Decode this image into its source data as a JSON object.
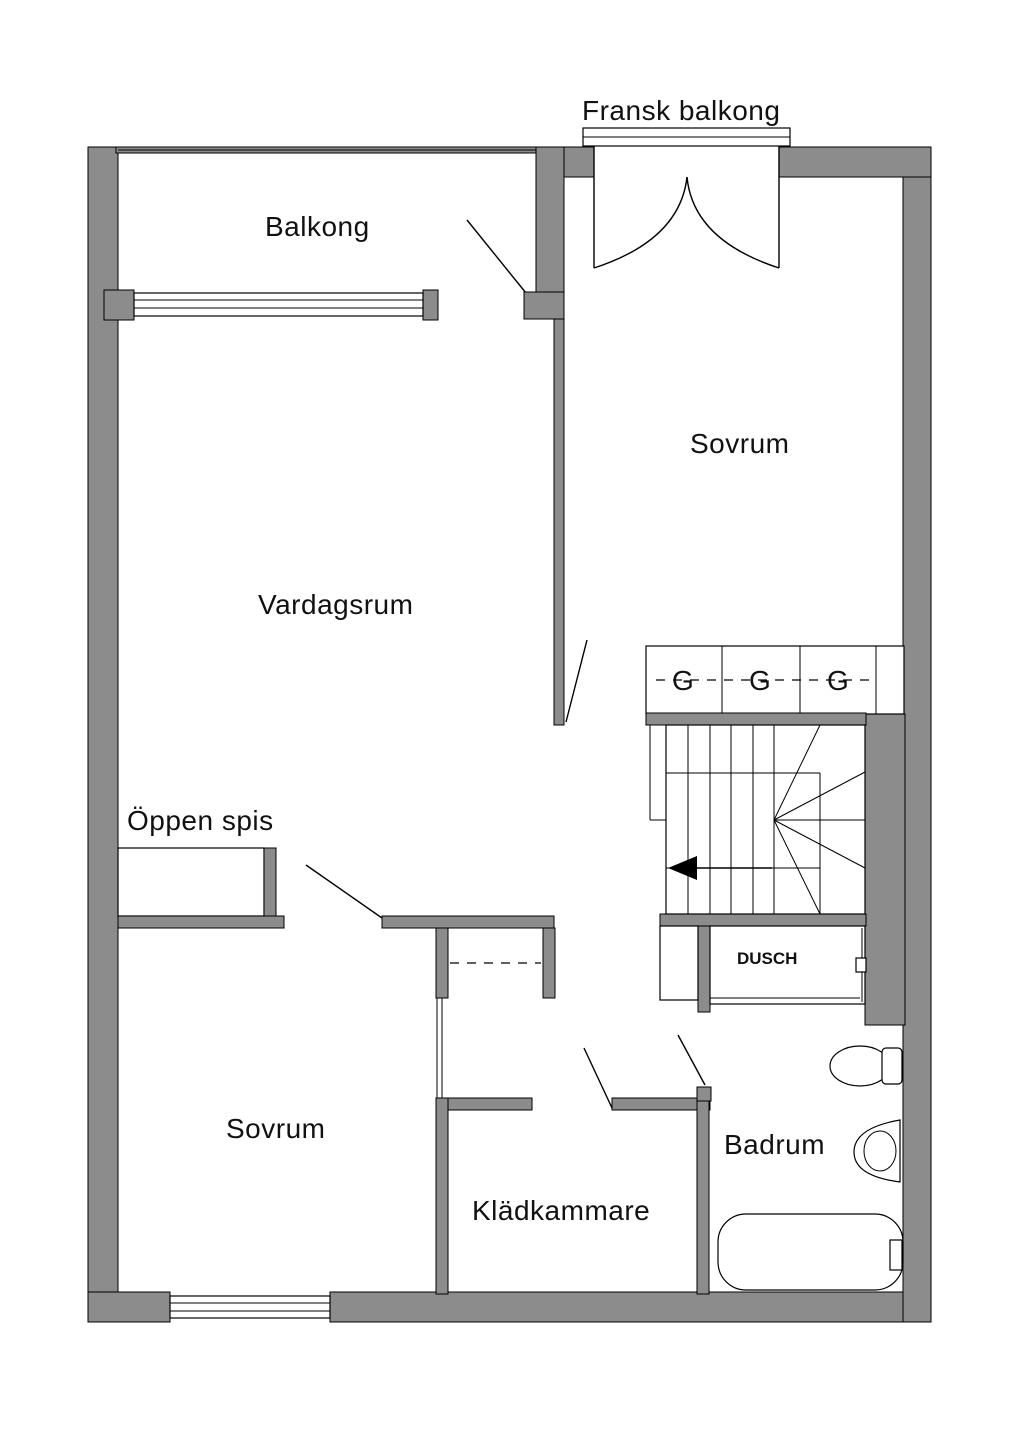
{
  "labels": {
    "french_balcony": "Fransk balkong",
    "balcony": "Balkong",
    "bedroom_top": "Sovrum",
    "living_room": "Vardagsrum",
    "fireplace": "Öppen spis",
    "bedroom_bottom": "Sovrum",
    "walk_in_closet": "Klädkammare",
    "bathroom": "Badrum",
    "shower": "DUSCH"
  },
  "wardrobe_symbols": [
    "G",
    "G",
    "G"
  ],
  "colors": {
    "wall": "#8c8c8c",
    "line": "#000000",
    "background": "#ffffff"
  }
}
